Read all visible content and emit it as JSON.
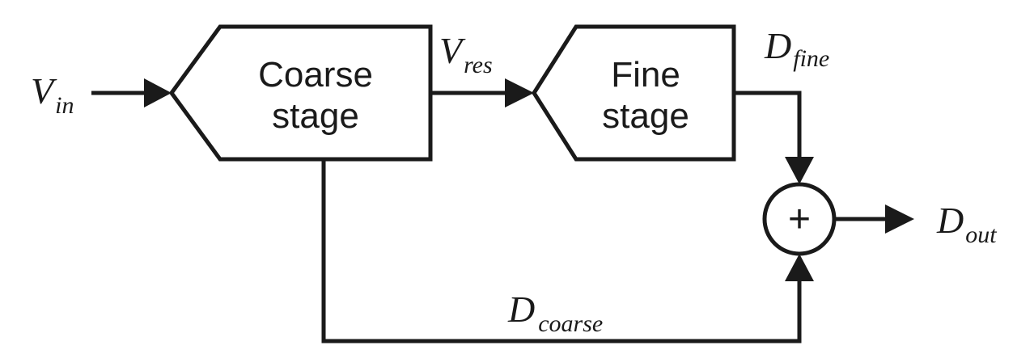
{
  "blocks": {
    "coarse": {
      "line1": "Coarse",
      "line2": "stage"
    },
    "fine": {
      "line1": "Fine",
      "line2": "stage"
    }
  },
  "signals": {
    "v_in": {
      "main": "V",
      "sub": "in"
    },
    "v_res": {
      "main": "V",
      "sub": "res"
    },
    "d_fine": {
      "main": "D",
      "sub": "fine"
    },
    "d_coarse": {
      "main": "D",
      "sub": "coarse"
    },
    "d_out": {
      "main": "D",
      "sub": "out"
    }
  },
  "summer": {
    "symbol": "+"
  }
}
